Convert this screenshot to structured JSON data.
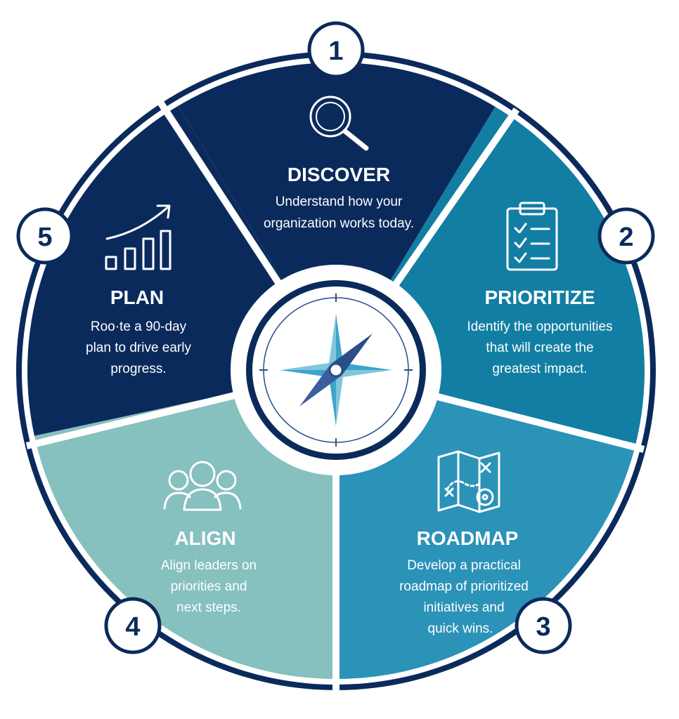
{
  "colors": {
    "ring": "#0b2a5c",
    "discover": "#0b2a5c",
    "plan": "#0b2a5c",
    "prioritize": "#127ea3",
    "roadmap": "#2b92b8",
    "align": "#86c0bf",
    "compass_dark": "#2b4d8a",
    "compass_light": "#3aa5c9"
  },
  "steps": [
    {
      "number": "1",
      "title": "DISCOVER",
      "desc": [
        "Understand how your",
        "organization works today."
      ],
      "icon": "magnifier-icon"
    },
    {
      "number": "2",
      "title": "PRIORITIZE",
      "desc": [
        "Identify the opportunities",
        "that will create the",
        "greatest impact."
      ],
      "icon": "clipboard-checklist-icon"
    },
    {
      "number": "3",
      "title": "ROADMAP",
      "desc": [
        "Develop a practical",
        "roadmap of prioritized",
        "initiatives and",
        "quick wins."
      ],
      "icon": "map-icon"
    },
    {
      "number": "4",
      "title": "ALIGN",
      "desc": [
        "Align leaders on",
        "priorities and",
        "next steps."
      ],
      "icon": "people-group-icon"
    },
    {
      "number": "5",
      "title": "PLAN",
      "desc": [
        "Roo·te a 90-day",
        "plan to drive early",
        "progress."
      ],
      "icon": "growth-chart-icon"
    }
  ],
  "center": {
    "icon": "compass-icon"
  }
}
